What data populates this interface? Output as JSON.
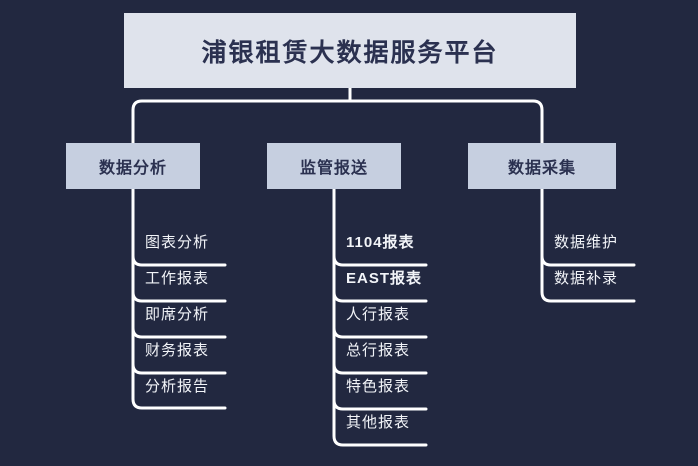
{
  "diagram": {
    "title": "浦银租赁大数据服务平台",
    "background_color": "#222840",
    "root_fill": "#dfe3ec",
    "branch_fill": "#c6cfe0",
    "connector_color": "#ffffff",
    "branches": [
      {
        "label": "数据分析",
        "leaves": [
          {
            "label": "图表分析",
            "bold": false
          },
          {
            "label": "工作报表",
            "bold": false
          },
          {
            "label": "即席分析",
            "bold": false
          },
          {
            "label": "财务报表",
            "bold": false
          },
          {
            "label": "分析报告",
            "bold": false
          }
        ]
      },
      {
        "label": "监管报送",
        "leaves": [
          {
            "label": "1104报表",
            "bold": true
          },
          {
            "label": "EAST报表",
            "bold": true
          },
          {
            "label": "人行报表",
            "bold": false
          },
          {
            "label": "总行报表",
            "bold": false
          },
          {
            "label": "特色报表",
            "bold": false
          },
          {
            "label": "其他报表",
            "bold": false
          }
        ]
      },
      {
        "label": "数据采集",
        "leaves": [
          {
            "label": "数据维护",
            "bold": false
          },
          {
            "label": "数据补录",
            "bold": false
          }
        ]
      }
    ]
  }
}
